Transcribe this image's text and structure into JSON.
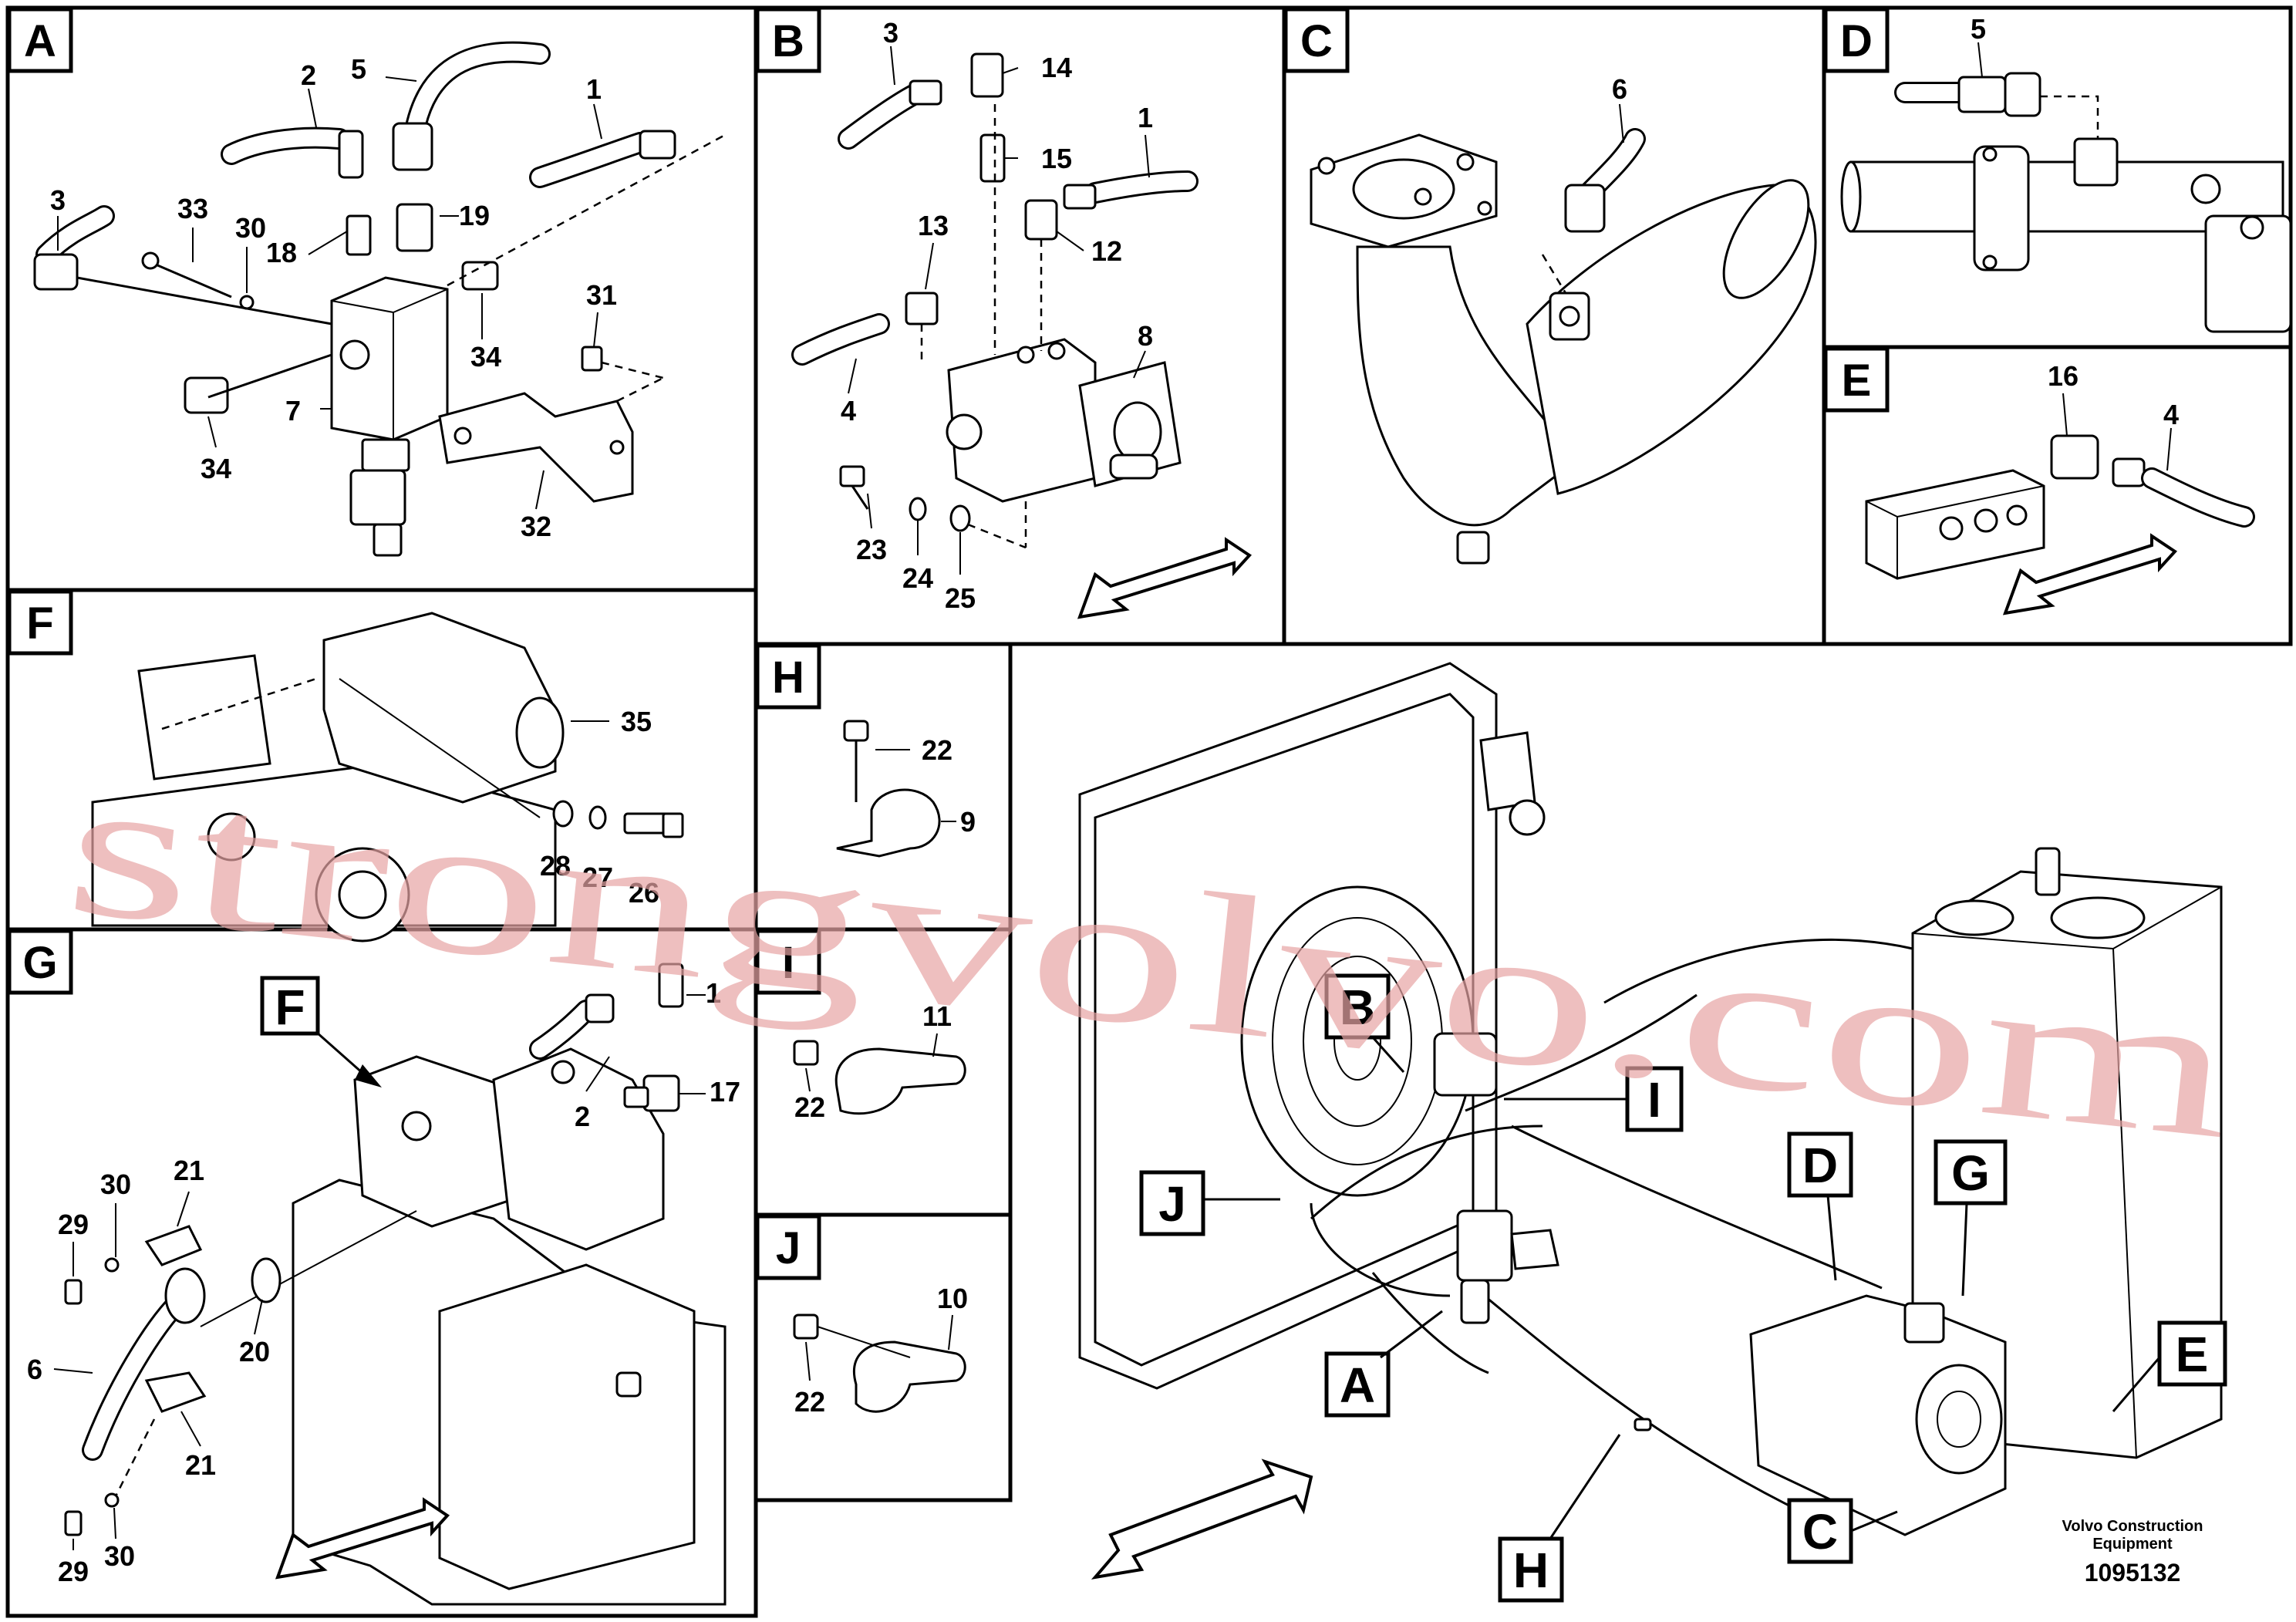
{
  "panels": {
    "A": {
      "label": "A",
      "numbers": [
        "2",
        "5",
        "1",
        "3",
        "33",
        "30",
        "18",
        "19",
        "31",
        "34",
        "7",
        "34",
        "32"
      ]
    },
    "B": {
      "label": "B",
      "numbers": [
        "3",
        "14",
        "15",
        "1",
        "13",
        "12",
        "8",
        "4",
        "23",
        "24",
        "25"
      ]
    },
    "C": {
      "label": "C",
      "numbers": [
        "6"
      ]
    },
    "D": {
      "label": "D",
      "numbers": [
        "5"
      ]
    },
    "E": {
      "label": "E",
      "numbers": [
        "16",
        "4"
      ]
    },
    "F": {
      "label": "F",
      "numbers": [
        "35",
        "28",
        "27",
        "26"
      ]
    },
    "G": {
      "label": "G",
      "numbers": [
        "1",
        "2",
        "17",
        "21",
        "30",
        "29",
        "20",
        "6",
        "21",
        "29",
        "30"
      ]
    },
    "H": {
      "label": "H",
      "numbers": [
        "22",
        "9"
      ]
    },
    "I": {
      "label": "I",
      "numbers": [
        "11",
        "22"
      ]
    },
    "J": {
      "label": "J",
      "numbers": [
        "10",
        "22"
      ]
    }
  },
  "overview": {
    "callouts": [
      "B",
      "I",
      "J",
      "D",
      "G",
      "A",
      "E",
      "H",
      "C"
    ],
    "inset_callout": "F"
  },
  "footer": {
    "company_line1": "Volvo Construction",
    "company_line2": "Equipment",
    "drawing_id": "1095132"
  },
  "watermark": "strongvolvo.com",
  "colors": {
    "line": "#000000",
    "background": "#ffffff",
    "watermark": "#e7a4a4"
  }
}
